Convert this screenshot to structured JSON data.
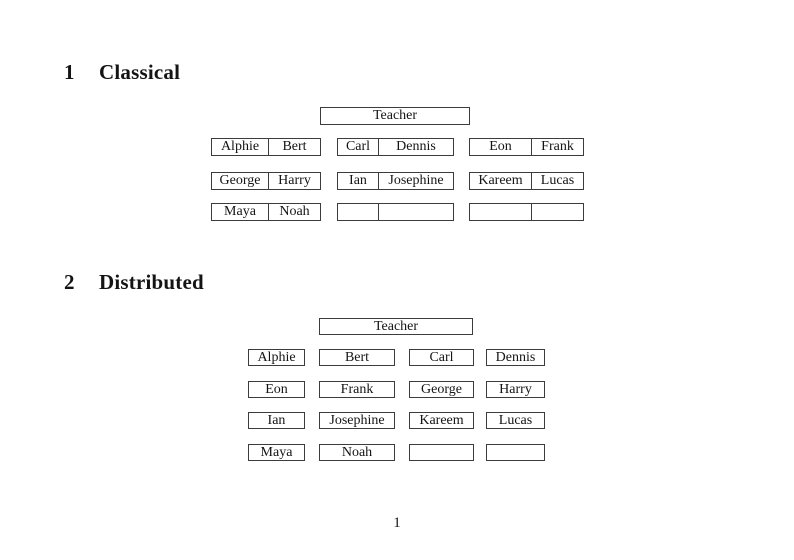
{
  "page_number": "1",
  "classical": {
    "number": "1",
    "title": "Classical",
    "teacher": "Teacher",
    "rows": [
      {
        "desks": [
          {
            "left": "Alphie",
            "right": "Bert"
          },
          {
            "left": "Carl",
            "right": "Dennis"
          },
          {
            "left": "Eon",
            "right": "Frank"
          }
        ]
      },
      {
        "desks": [
          {
            "left": "George",
            "right": "Harry"
          },
          {
            "left": "Ian",
            "right": "Josephine"
          },
          {
            "left": "Kareem",
            "right": "Lucas"
          }
        ]
      },
      {
        "desks": [
          {
            "left": "Maya",
            "right": "Noah"
          },
          {
            "left": "",
            "right": ""
          },
          {
            "left": "",
            "right": ""
          }
        ]
      }
    ]
  },
  "distributed": {
    "number": "2",
    "title": "Distributed",
    "teacher": "Teacher",
    "rows": [
      {
        "seats": [
          "Alphie",
          "Bert",
          "Carl",
          "Dennis"
        ]
      },
      {
        "seats": [
          "Eon",
          "Frank",
          "George",
          "Harry"
        ]
      },
      {
        "seats": [
          "Ian",
          "Josephine",
          "Kareem",
          "Lucas"
        ]
      },
      {
        "seats": [
          "Maya",
          "Noah",
          "",
          ""
        ]
      }
    ]
  }
}
